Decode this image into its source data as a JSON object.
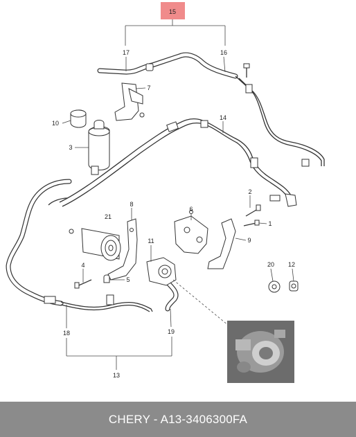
{
  "callouts": {
    "c15": "15",
    "c17": "17",
    "c16": "16",
    "c7": "7",
    "c10": "10",
    "c3": "3",
    "c14": "14",
    "c2": "2",
    "c1": "1",
    "c8": "8",
    "c6": "6",
    "c21": "21",
    "c9": "9",
    "c11": "11",
    "c4": "4",
    "c5": "5",
    "c20": "20",
    "c12": "12",
    "c18": "18",
    "c19": "19",
    "c13": "13"
  },
  "colors": {
    "highlight_box": "#f08b8b",
    "footer_bg": "#8b8b8b",
    "footer_text": "#ffffff",
    "line": "#333333"
  },
  "footer": {
    "caption": "CHERY - A13-3406300FA"
  }
}
